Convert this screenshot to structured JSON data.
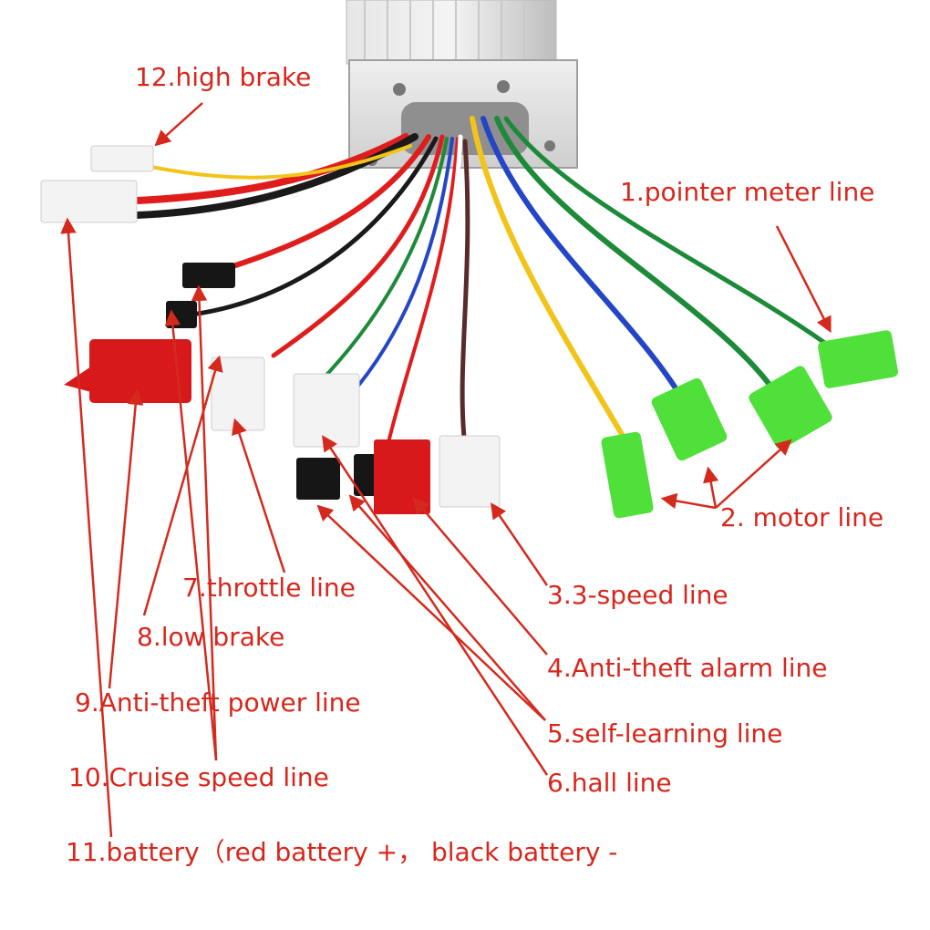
{
  "colors": {
    "label": "#d8261c",
    "leader": "#d42a1e",
    "housing": "#dcdcdc",
    "connector_white": "#f3f3f3",
    "connector_red": "#d8191b",
    "connector_black": "#161616",
    "connector_green": "#4fe03a"
  },
  "labels": {
    "high_brake": "12.high brake",
    "pointer_meter": "1.pointer meter line",
    "motor": "2. motor line",
    "throttle": "7.throttle line",
    "three_speed": "3.3-speed line",
    "low_brake": "8.low brake",
    "anti_theft_alarm": "4.Anti-theft alarm line",
    "anti_theft_power": "9.Anti-theft power line",
    "self_learning": "5.self-learning line",
    "cruise_speed": "10.Cruise speed line",
    "hall": "6.hall line",
    "battery": "11.battery（red battery +， black battery -"
  }
}
